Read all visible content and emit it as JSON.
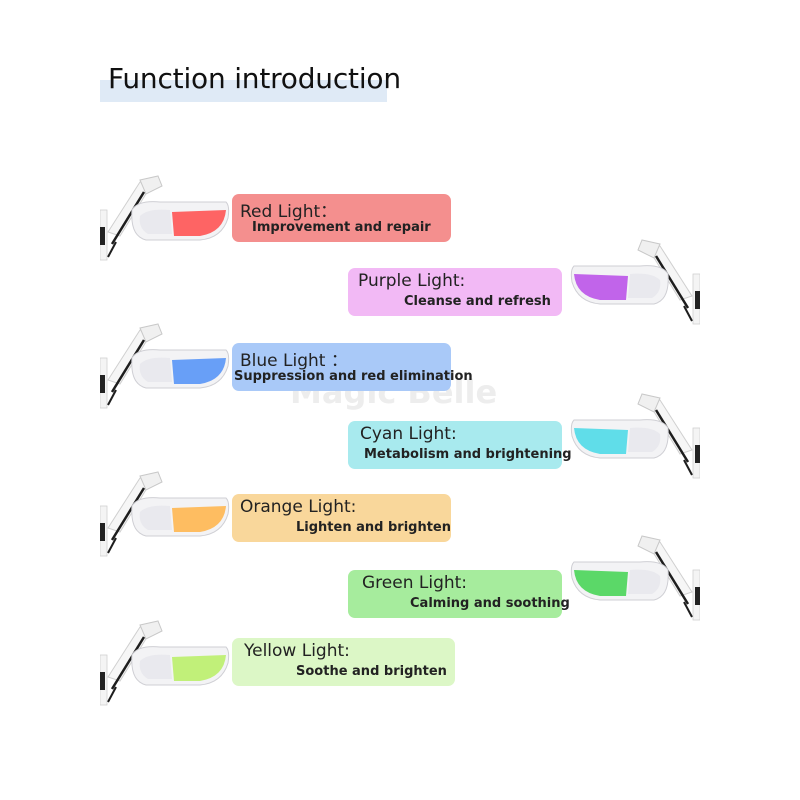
{
  "page": {
    "title": "Function introduction",
    "watermark": "Magic Belle"
  },
  "lights": [
    {
      "name": "Red Light：",
      "desc": "Improvement and repair",
      "card_color": "#f48f8e",
      "led_color": "#ff4a4a"
    },
    {
      "name": "Purple Light:",
      "desc": "Cleanse and refresh",
      "card_color": "#f2b9f5",
      "led_color": "#b74ae8"
    },
    {
      "name": "Blue Light ：",
      "desc": "Suppression and red elimination",
      "card_color": "#a9c9f8",
      "led_color": "#4f8ff7"
    },
    {
      "name": "Cyan Light:",
      "desc": "Metabolism and brightening",
      "card_color": "#a8eaee",
      "led_color": "#45d8e6"
    },
    {
      "name": "Orange Light:",
      "desc": "Lighten and brighten",
      "card_color": "#f9d79b",
      "led_color": "#ffb347"
    },
    {
      "name": "Green Light:",
      "desc": "Calming and soothing",
      "card_color": "#a6ec9d",
      "led_color": "#3fd24f"
    },
    {
      "name": "Yellow Light:",
      "desc": "Soothe and brighten",
      "card_color": "#dcf7c6",
      "led_color": "#b7ef63"
    }
  ]
}
